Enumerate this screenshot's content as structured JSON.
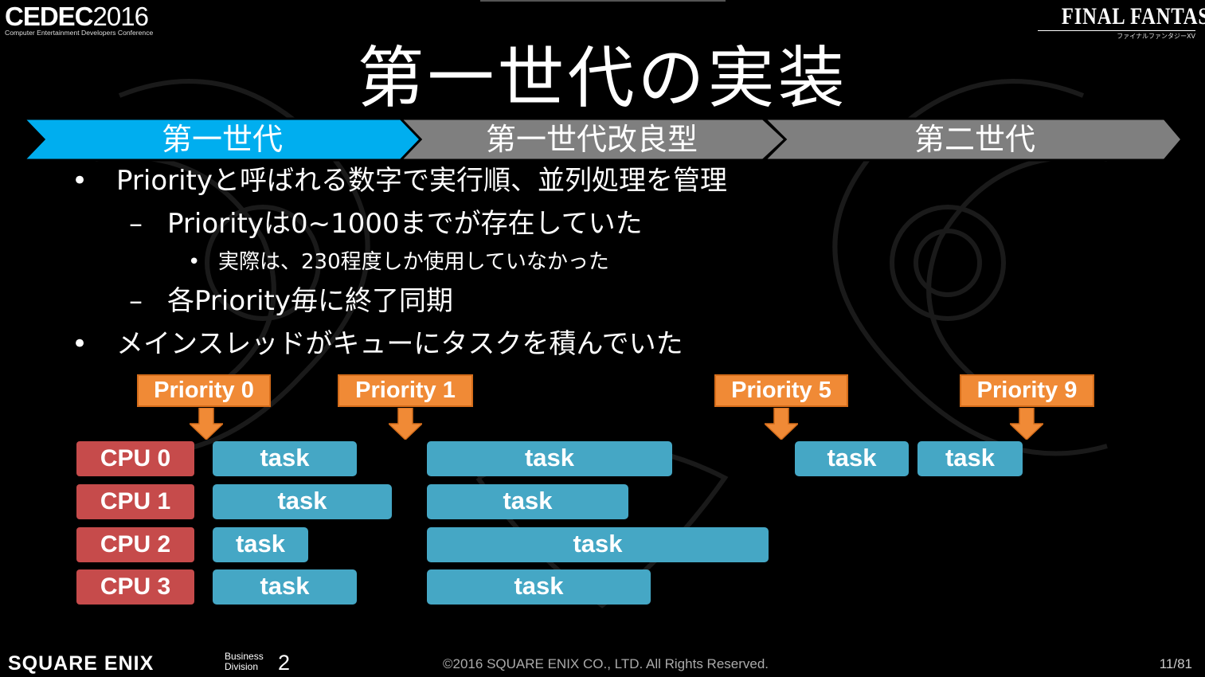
{
  "header": {
    "cedec_logo_bold": "CEDEC",
    "cedec_logo_year": "2016",
    "cedec_logo_sub": "Computer Entertainment Developers Conference",
    "ff_logo": "FINAL FANTASY XV",
    "ff_logo_sub": "ファイナルファンタジーXV"
  },
  "title": "第一世代の実装",
  "generations": [
    {
      "label": "第一世代",
      "color": "#00aeef"
    },
    {
      "label": "第一世代改良型",
      "color": "#7f7f7f"
    },
    {
      "label": "第二世代",
      "color": "#7f7f7f"
    }
  ],
  "bullets": {
    "b1": "Priorityと呼ばれる数字で実行順、並列処理を管理",
    "b1_1": "Priorityは0~1000までが存在していた",
    "b1_1_1": "実際は、230程度しか使用していなかった",
    "b1_2": "各Priority毎に終了同期",
    "b2": "メインスレッドがキューにタスクを積んでいた",
    "mark_l1": "•",
    "mark_l2": "–",
    "mark_l3": "•"
  },
  "diagram": {
    "priorities": [
      "Priority 0",
      "Priority 1",
      "Priority 5",
      "Priority 9"
    ],
    "cpus": [
      "CPU 0",
      "CPU 1",
      "CPU 2",
      "CPU 3"
    ],
    "task_label": "task",
    "colors": {
      "priority": "#f08a36",
      "cpu": "#c64b4b",
      "task": "#45a7c5"
    }
  },
  "footer": {
    "company": "SQUARE ENIX",
    "division_line1": "Business",
    "division_line2": "Division",
    "division_num": "2",
    "copyright": "©2016 SQUARE ENIX CO., LTD. All Rights Reserved.",
    "page": "11/81"
  }
}
